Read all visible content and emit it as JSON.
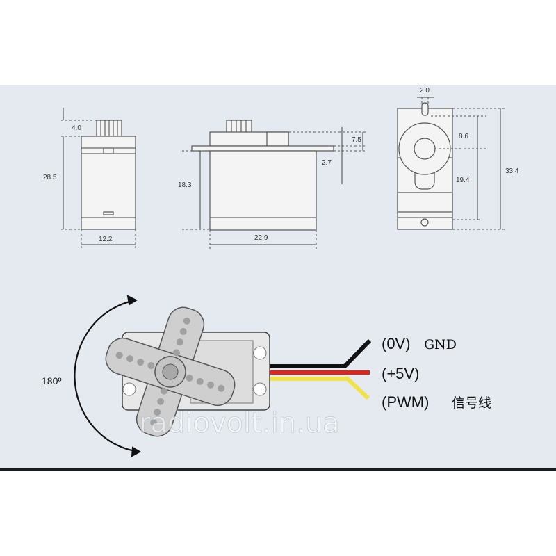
{
  "dimensions": {
    "top_height": "4.0",
    "height": "28.5",
    "width": "12.2",
    "mount_height": "18.3",
    "length": "22.9",
    "flange_top": "7.5",
    "flange_thickness": "2.7",
    "hole_width": "2.0",
    "shaft_offset": "8.6",
    "shaft_to_flange": "19.4",
    "overall_length": "33.4"
  },
  "rotation": {
    "label": "180º"
  },
  "wires": {
    "gnd": {
      "label": "(0V)",
      "suffix": "GND",
      "color": "#111111"
    },
    "vcc": {
      "label": "(+5V)",
      "color": "#e0241b"
    },
    "signal": {
      "label": "(PWM)",
      "suffix": "信号线",
      "color": "#f2e24a"
    }
  },
  "watermark": "radiovolt.in.ua"
}
